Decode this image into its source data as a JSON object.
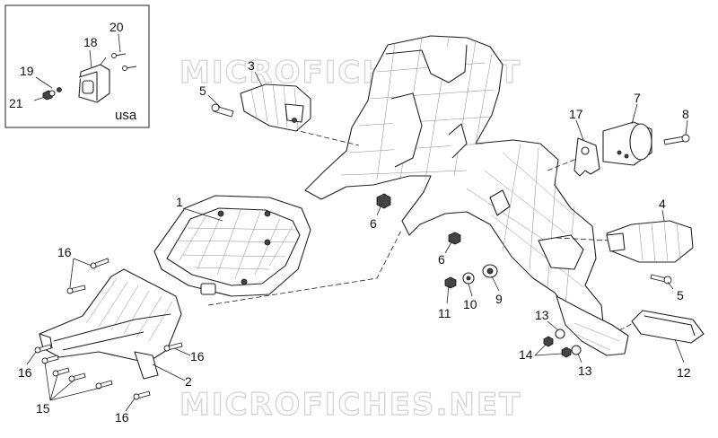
{
  "watermark": "MICROFICHES.NET",
  "inset": {
    "tag": "usa"
  },
  "callouts": {
    "c1": "1",
    "c2": "2",
    "c3": "3",
    "c4": "4",
    "c5": "5",
    "c6": "6",
    "c7": "7",
    "c8": "8",
    "c9": "9",
    "c10": "10",
    "c11": "11",
    "c12": "12",
    "c13": "13",
    "c14": "14",
    "c15": "15",
    "c16": "16",
    "c17": "17",
    "c18": "18",
    "c19": "19",
    "c20": "20",
    "c21": "21"
  },
  "colors": {
    "line": "#222222",
    "watermark": "#d6d6d6",
    "background": "#ffffff"
  }
}
